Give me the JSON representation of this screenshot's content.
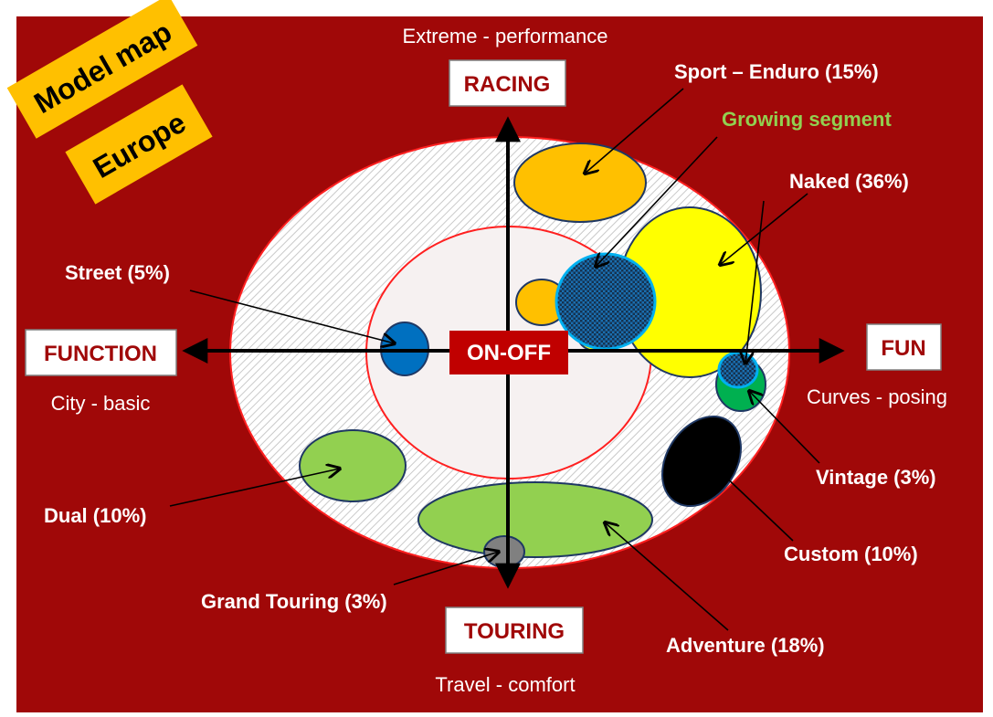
{
  "tags": {
    "model_map": "Model map",
    "region": "Europe"
  },
  "axes": {
    "top": "RACING",
    "bottom": "TOURING",
    "left": "FUNCTION",
    "right": "FUN",
    "center": "ON-OFF"
  },
  "axis_descriptions": {
    "top": "Extreme - performance",
    "bottom": "Travel - comfort",
    "left": "City - basic",
    "right": "Curves - posing"
  },
  "segments": {
    "sport_enduro": {
      "label": "Sport – Enduro (15%)",
      "color": "#ffc000"
    },
    "naked": {
      "label": "Naked (36%)",
      "color": "#ffff00"
    },
    "street": {
      "label": "Street (5%)",
      "color": "#0070c0"
    },
    "dual": {
      "label": "Dual (10%)",
      "color": "#92d050"
    },
    "vintage": {
      "label": "Vintage (3%)",
      "color": "#00b050"
    },
    "custom": {
      "label": "Custom (10%)",
      "color": "#000000"
    },
    "adventure": {
      "label": "Adventure (18%)",
      "color": "#92d050"
    },
    "grand_touring": {
      "label": "Grand Touring (3%)",
      "color": "#808080"
    }
  },
  "growing_segment": {
    "label": "Growing segment",
    "color": "#92d050"
  },
  "colors": {
    "background": "#a00808",
    "tag": "#ffc000",
    "canvas": "#ffffff"
  }
}
